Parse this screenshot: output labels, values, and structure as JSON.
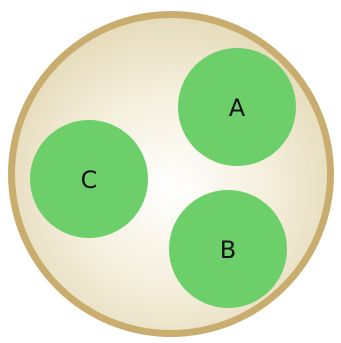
{
  "dish": {
    "rim_color": "#c9ad6e",
    "inner_light_color": "#ffffff",
    "inner_mid_color": "#f5efdd",
    "inner_edge_color": "#e6dcbc"
  },
  "circles": [
    {
      "name": "circle-a",
      "label": "A",
      "color": "#6ccf6a"
    },
    {
      "name": "circle-b",
      "label": "B",
      "color": "#6ccf6a"
    },
    {
      "name": "circle-c",
      "label": "C",
      "color": "#6ccf6a"
    }
  ]
}
